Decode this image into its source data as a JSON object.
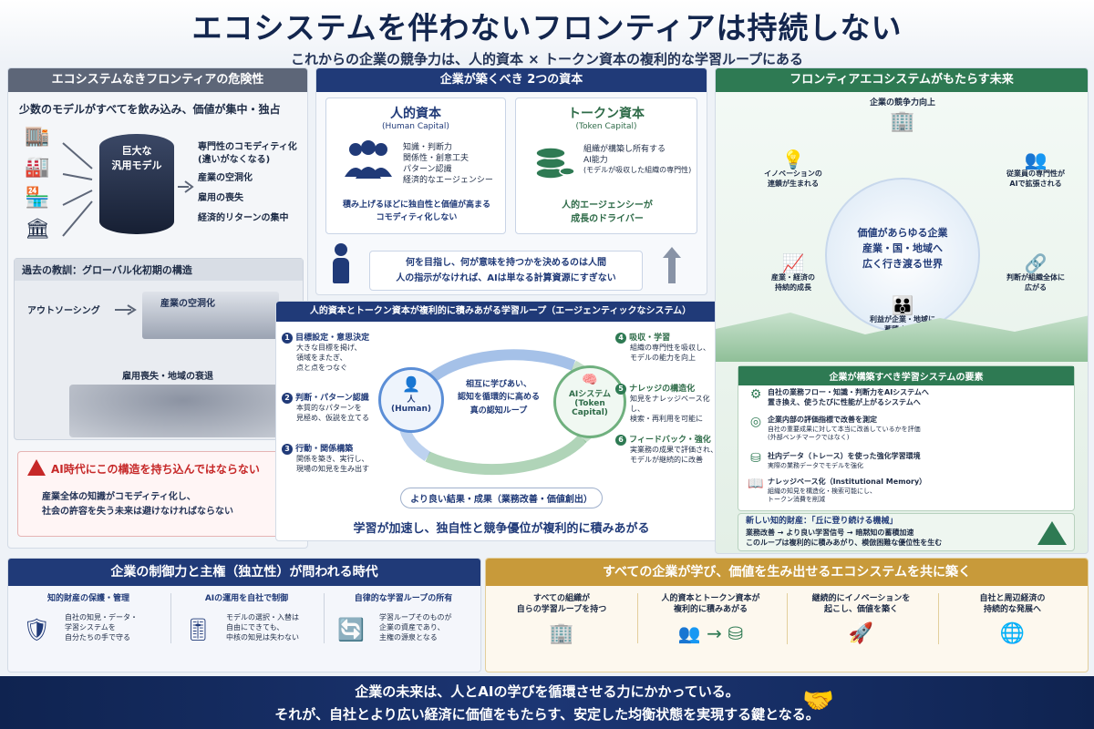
{
  "header": {
    "title": "エコシステムを伴わないフロンティアは持続しない",
    "subtitle": "これからの企業の競争力は、人的資本 × トークン資本の複利的な学習ループにある"
  },
  "left": {
    "title": "エコシステムなきフロンティアの危険性",
    "lead": "少数のモデルがすべてを飲み込み、価値が集中・独占",
    "model": "巨大な\n汎用モデル",
    "effects": [
      "専門性のコモディティ化\n(違いがなくなる)",
      "産業の空洞化",
      "雇用の喪失",
      "経済的リターンの集中"
    ],
    "lesson_title": "過去の教訓：グローバル化初期の構造",
    "outsourcing": "アウトソーシング",
    "hollow": "産業の空洞化",
    "jobloss": "雇用喪失・地域の衰退",
    "warning_title": "AI時代にこの構造を持ち込んではならない",
    "warning_text": "産業全体の知識がコモディティ化し、\n社会の許容を失う未来は避けなければならない"
  },
  "center": {
    "title": "企業が築くべき 2つの資本",
    "human": {
      "title": "人的資本",
      "sub": "(Human Capital)",
      "items": [
        "知識・判断力",
        "関係性・創意工夫",
        "パターン認識",
        "経済的なエージェンシー"
      ],
      "foot": "積み上げるほどに独自性と価値が高まる\nコモディティ化しない"
    },
    "token": {
      "title": "トークン資本",
      "sub": "(Token Capital)",
      "items": [
        "組織が構築し所有する",
        "AI能力",
        "(モデルが吸収した組織の専門性)"
      ],
      "foot": "人的エージェンシーが\n成長のドライバー"
    },
    "note": "何を目指し、何が意味を持つかを決めるのは人間\n人の指示がなければ、AIは単なる計算資源にすぎない"
  },
  "loop": {
    "title": "人的資本とトークン資本が複利的に積みあがる学習ループ（エージェンティックなシステム）",
    "steps": [
      {
        "n": "1",
        "t": "目標設定・意思決定",
        "d": "大きな目標を掲げ、\n領域をまたぎ、\n点と点をつなぐ"
      },
      {
        "n": "2",
        "t": "判断・パターン認識",
        "d": "本質的なパターンを\n見極め、仮説を立てる"
      },
      {
        "n": "3",
        "t": "行動・関係構築",
        "d": "関係を築き、実行し、\n現場の知見を生み出す"
      },
      {
        "n": "4",
        "t": "吸収・学習",
        "d": "組織の専門性を吸収し、\nモデルの能力を向上"
      },
      {
        "n": "5",
        "t": "ナレッジの構造化",
        "d": "知見をナレッジベース化し、\n検索・再利用を可能に"
      },
      {
        "n": "6",
        "t": "フィードバック・強化",
        "d": "実業務の成果で評価され、\nモデルが継続的に改善"
      }
    ],
    "human": "人\n(Human)",
    "ai": "AIシステム\n(Token Capital)",
    "center": "相互に学びあい、\n認知を循環的に高める\n真の認知ループ",
    "result": "より良い結果・成果（業務改善・価値創出）",
    "foot": "学習が加速し、独自性と競争優位が複利的に積みあがる"
  },
  "right": {
    "title": "フロンティアエコシステムがもたらす未来",
    "center": "価値があらゆる企業\n産業・国・地域へ\n広く行き渡る世界",
    "nodes": [
      "企業の競争力向上",
      "従業員の専門性が\nAIで拡張される",
      "判断が組織全体に\n広がる",
      "利益が企業・地域に\n蓄積される",
      "産業・経済の\n持続的成長",
      "イノベーションの\n連鎖が生まれる"
    ],
    "sys_title": "企業が構築すべき学習システムの要素",
    "sys": [
      {
        "t": "自社の業務フロー・知識・判断力をAIシステムへ\n置き換え、使うたびに性能が上がるシステムへ",
        "d": ""
      },
      {
        "t": "企業内部の評価指標で改善を測定",
        "d": "自社の重要成果に対して本当に改善しているかを評価\n(外部ベンチマークではなく)"
      },
      {
        "t": "社内データ（トレース）を使った強化学習環境",
        "d": "実際の業務データでモデルを強化"
      },
      {
        "t": "ナレッジベース化（Institutional Memory）",
        "d": "組織の知見を構造化・検索可能にし、\nトークン消費を削減"
      }
    ],
    "asset_title": "新しい知的財産：「丘に登り続ける機械」",
    "asset_text": "業務改善 → より良い学習信号 → 暗黙知の蓄積加速\nこのループは複利的に積みあがり、模倣困難な優位性を生む"
  },
  "control": {
    "title": "企業の制御力と主権（独立性）が問われる時代",
    "items": [
      {
        "t": "知的財産の保護・管理",
        "d": "自社の知見・データ・\n学習システムを\n自分たちの手で守る"
      },
      {
        "t": "AIの運用を自社で制御",
        "d": "モデルの選択・入替は\n自由にできても、\n中核の知見は失わない"
      },
      {
        "t": "自律的な学習ループの所有",
        "d": "学習ループそのものが\n企業の資産であり、\n主権の源泉となる"
      }
    ]
  },
  "eco": {
    "title": "すべての企業が学び、価値を生み出せるエコシステムを共に築く",
    "items": [
      "すべての組織が\n自らの学習ループを持つ",
      "人的資本とトークン資本が\n複利的に積みあがる",
      "継続的にイノベーションを\n起こし、価値を築く",
      "自社と周辺経済の\n持続的な発展へ"
    ]
  },
  "footer": {
    "line1": "企業の未来は、人とAIの学びを循環させる力にかかっている。",
    "line2": "それが、自社とより広い経済に価値をもたらす、安定した均衡状態を実現する鍵となる。"
  }
}
